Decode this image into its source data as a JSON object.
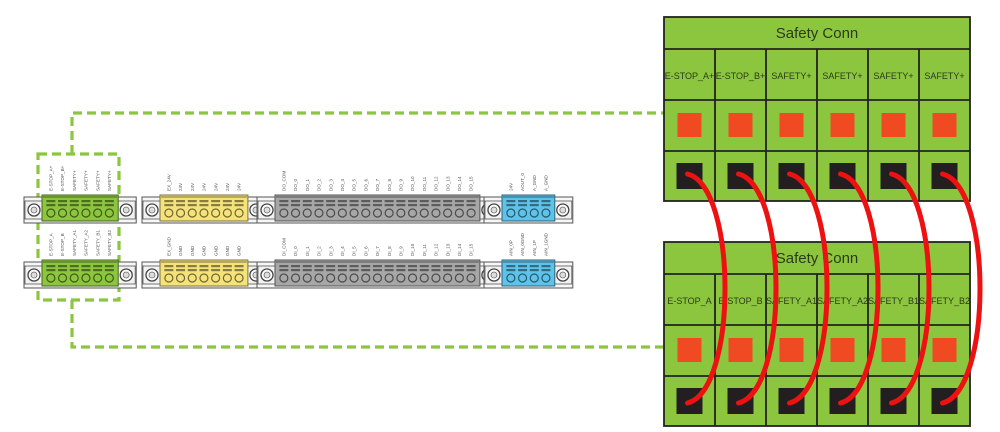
{
  "colors": {
    "safety_green": "#8cc63f",
    "dashed_link": "#8cc63f",
    "io_yellow": "#f5e37a",
    "io_gray": "#a7a7a7",
    "analog_blue": "#5ec3ea",
    "wire_red": "#ee1111",
    "led_orange": "#f04a23",
    "terminal_black": "#231f20",
    "outline": "#222222"
  },
  "panel_rows": [
    {
      "id": "top",
      "connectors": [
        {
          "id": "safety",
          "color": "safety_green",
          "labels": [
            "E-STOP_A+",
            "E-STOP_B+",
            "SAFETY+",
            "SAFETY+",
            "SAFETY+",
            "SAFETY+"
          ]
        },
        {
          "id": "power",
          "color": "io_yellow",
          "labels": [
            "EX_24V",
            "24V",
            "24V",
            "24V",
            "24V",
            "24V",
            "24V"
          ]
        },
        {
          "id": "digital",
          "color": "io_gray",
          "labels": [
            "DO_COM",
            "DO_0",
            "DO_1",
            "DO_2",
            "DO_3",
            "DO_4",
            "DO_5",
            "DO_6",
            "DO_7",
            "DO_8",
            "DO_9",
            "DO_10",
            "DO_11",
            "DO_12",
            "DO_13",
            "DO_14",
            "DO_15"
          ]
        },
        {
          "id": "analog",
          "color": "analog_blue",
          "labels": [
            "24V",
            "AOUT_0",
            "A_GND",
            "A_GND"
          ]
        }
      ]
    },
    {
      "id": "bottom",
      "connectors": [
        {
          "id": "safety",
          "color": "safety_green",
          "labels": [
            "E-STOP_A",
            "E-STOP_B",
            "SAFETY_A1",
            "SAFETY_A2",
            "SAFETY_B1",
            "SAFETY_B2"
          ]
        },
        {
          "id": "power",
          "color": "io_yellow",
          "labels": [
            "EX_GND",
            "GND",
            "GND",
            "GND",
            "GND",
            "GND",
            "GND"
          ]
        },
        {
          "id": "digital",
          "color": "io_gray",
          "labels": [
            "DI_COM",
            "DI_0",
            "DI_1",
            "DI_2",
            "DI_3",
            "DI_4",
            "DI_5",
            "DI_6",
            "DI_7",
            "DI_8",
            "DI_9",
            "DI_10",
            "DI_11",
            "DI_12",
            "DI_13",
            "DI_14",
            "DI_15"
          ]
        },
        {
          "id": "analog",
          "color": "analog_blue",
          "labels": [
            "AIN_0P",
            "AIN_0GND",
            "AIN_1P",
            "AIN_1GND"
          ]
        }
      ]
    }
  ],
  "safety_blocks": [
    {
      "id": "upper",
      "title": "Safety Conn",
      "pins": [
        "E-STOP_A+",
        "E-STOP_B+",
        "SAFETY+",
        "SAFETY+",
        "SAFETY+",
        "SAFETY+"
      ]
    },
    {
      "id": "lower",
      "title": "Safety Conn",
      "pins": [
        "E-STOP_A",
        "E-STOP_B",
        "SAFETY_A1",
        "SAFETY_A2",
        "SAFETY_B1",
        "SAFETY_B2"
      ]
    }
  ],
  "jumper_wires": [
    {
      "from": "upper.0",
      "to": "lower.0"
    },
    {
      "from": "upper.1",
      "to": "lower.1"
    },
    {
      "from": "upper.2",
      "to": "lower.2"
    },
    {
      "from": "upper.3",
      "to": "lower.3"
    },
    {
      "from": "upper.4",
      "to": "lower.4"
    },
    {
      "from": "upper.5",
      "to": "lower.5"
    }
  ]
}
